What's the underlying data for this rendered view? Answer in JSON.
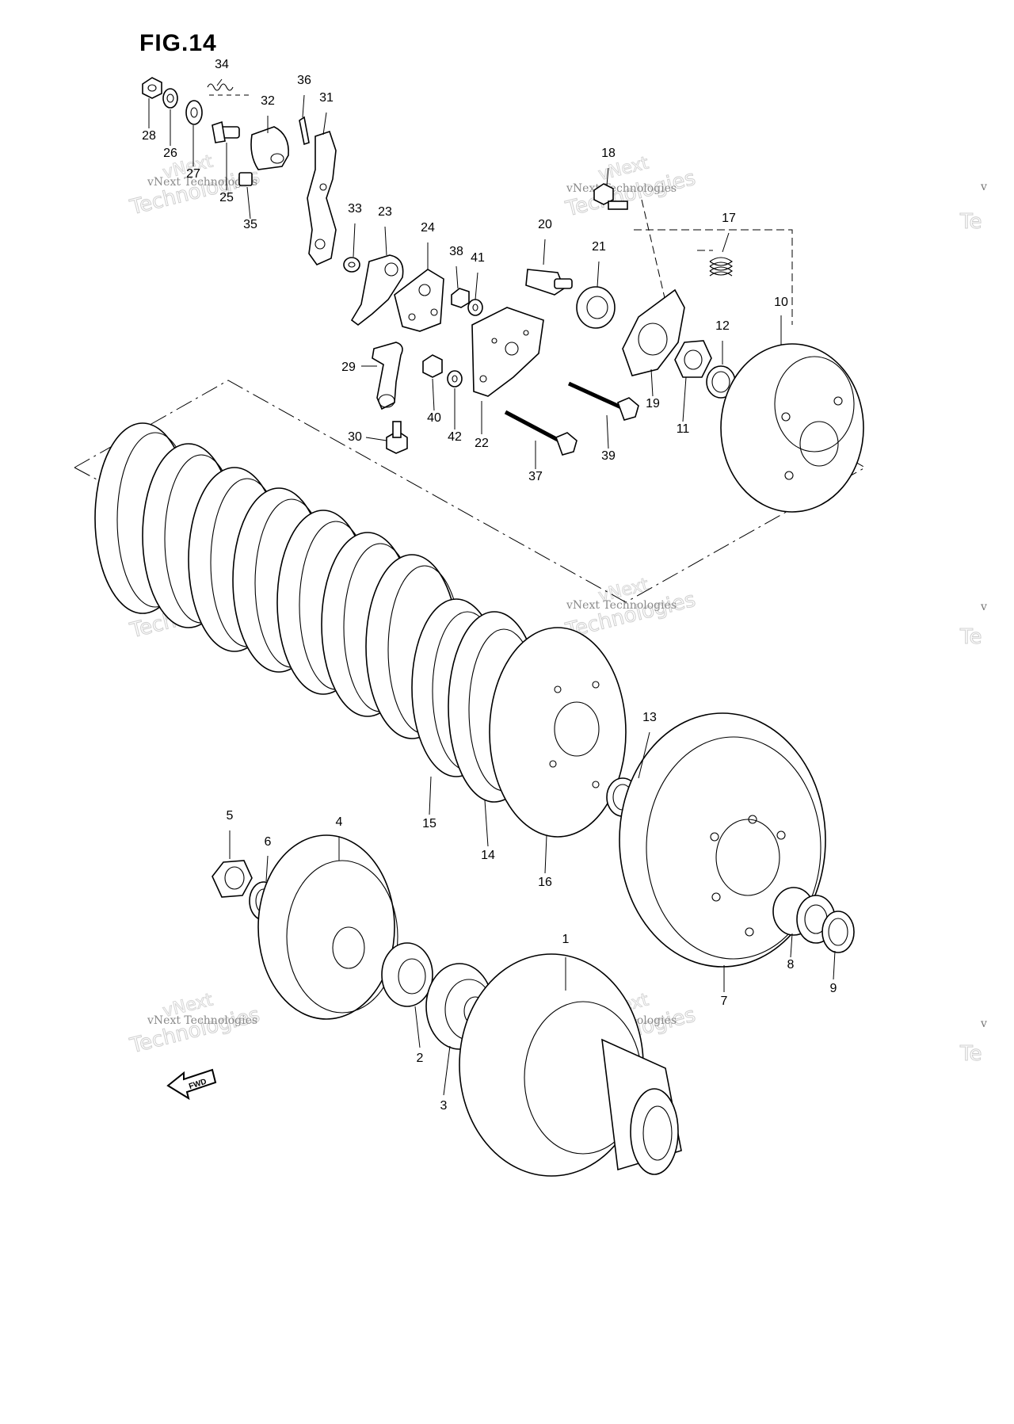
{
  "figure": {
    "title": "FIG.14",
    "direction_label": "FWD"
  },
  "watermark": {
    "line1": "vNext Technologies",
    "line2": "Technologies",
    "line3": "vNext"
  },
  "edge_marks": {
    "v": "v",
    "te": "Te"
  },
  "parts": [
    {
      "number": "1"
    },
    {
      "number": "2"
    },
    {
      "number": "3"
    },
    {
      "number": "4"
    },
    {
      "number": "5"
    },
    {
      "number": "6"
    },
    {
      "number": "7"
    },
    {
      "number": "8"
    },
    {
      "number": "9"
    },
    {
      "number": "10"
    },
    {
      "number": "11"
    },
    {
      "number": "12"
    },
    {
      "number": "13"
    },
    {
      "number": "14"
    },
    {
      "number": "15"
    },
    {
      "number": "16"
    },
    {
      "number": "17"
    },
    {
      "number": "18"
    },
    {
      "number": "19"
    },
    {
      "number": "20"
    },
    {
      "number": "21"
    },
    {
      "number": "22"
    },
    {
      "number": "23"
    },
    {
      "number": "24"
    },
    {
      "number": "25"
    },
    {
      "number": "26"
    },
    {
      "number": "27"
    },
    {
      "number": "28"
    },
    {
      "number": "29"
    },
    {
      "number": "30"
    },
    {
      "number": "31"
    },
    {
      "number": "32"
    },
    {
      "number": "33"
    },
    {
      "number": "34"
    },
    {
      "number": "35"
    },
    {
      "number": "36"
    },
    {
      "number": "37"
    },
    {
      "number": "38"
    },
    {
      "number": "39"
    },
    {
      "number": "40"
    },
    {
      "number": "41"
    },
    {
      "number": "42"
    }
  ]
}
